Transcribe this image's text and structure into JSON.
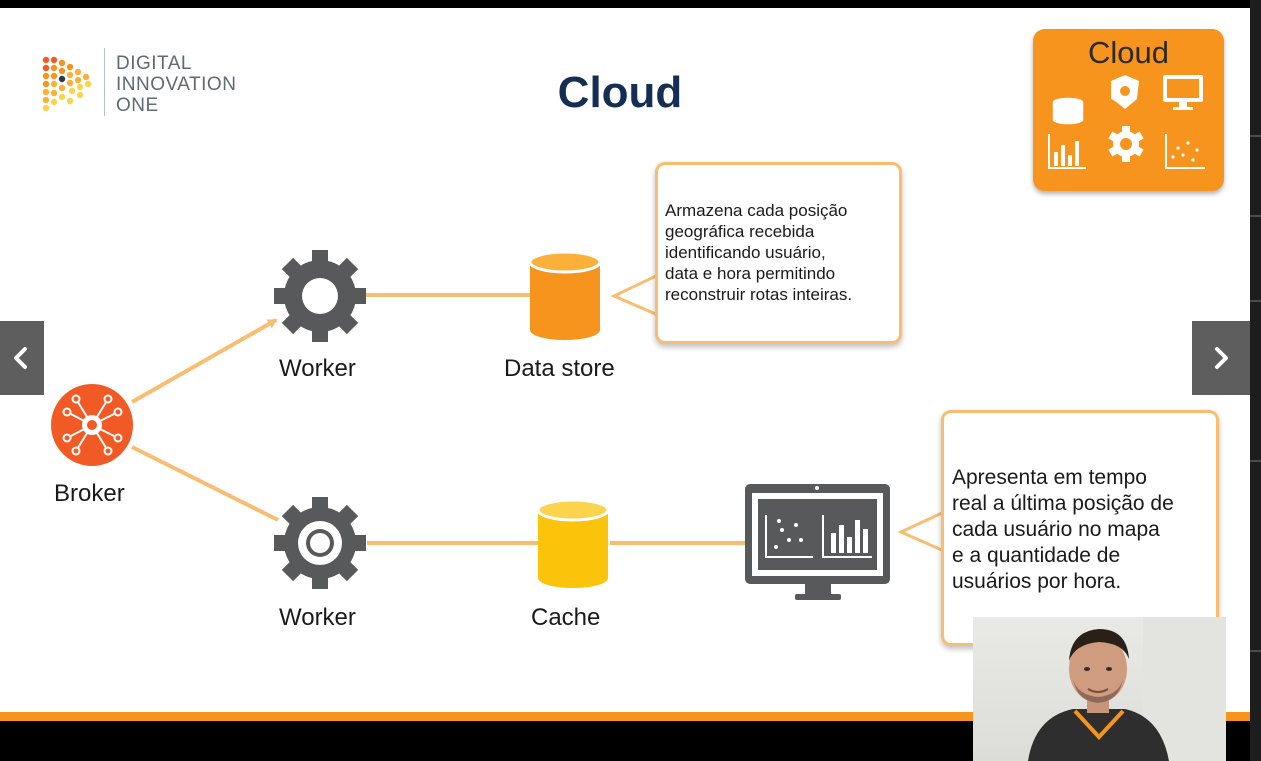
{
  "slide": {
    "title": "Cloud",
    "logo": {
      "line1": "DIGITAL",
      "line2": "INNOVATION",
      "line3": "ONE"
    },
    "nodes": {
      "broker": "Broker",
      "worker_top": "Worker",
      "worker_bottom": "Worker",
      "data_store": "Data store",
      "cache": "Cache"
    },
    "callouts": {
      "data_store_lines": [
        "Armazena cada posição",
        "geográfica recebida",
        "identificando usuário,",
        "data e hora permitindo",
        "reconstruir rotas inteiras."
      ],
      "dashboard_lines": [
        "Apresenta em tempo",
        "real a última posição de",
        "cada usuário no mapa",
        "e a quantidade de",
        "usuários por hora."
      ]
    },
    "cloud_badge": {
      "title": "Cloud",
      "icons": [
        "database-icon",
        "shield-icon",
        "monitor-icon",
        "bar-chart-icon",
        "gear-icon",
        "scatter-chart-icon"
      ]
    }
  },
  "navigation": {
    "prev_icon": "chevron-left-icon",
    "next_icon": "chevron-right-icon"
  },
  "colors": {
    "orange": "#f7941d",
    "light_orange": "#f9bd72",
    "title_navy": "#142e54",
    "gear_gray": "#58595b",
    "cache_yellow": "#fcc30b",
    "broker_red": "#f15a24"
  }
}
